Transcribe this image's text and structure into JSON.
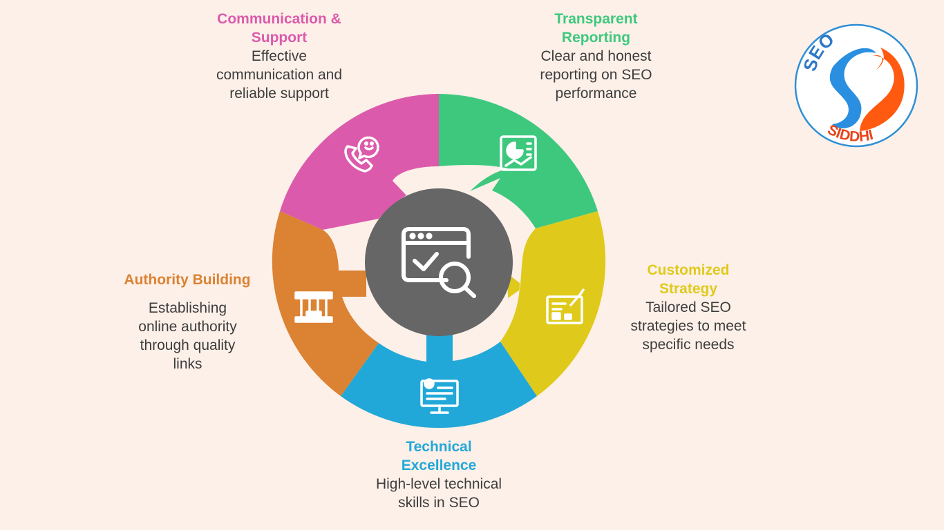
{
  "center": {
    "icon": "browser-search-check-icon",
    "color": "#666666"
  },
  "logo": {
    "top_text": "SEO",
    "bottom_text": "SIDDHI",
    "ring_color": "#2e8fd6",
    "blue": "#2a8fe0",
    "orange": "#ff5a10",
    "text_color": "#2e78c8",
    "bottom_color": "#e8451a"
  },
  "segments": [
    {
      "id": "communication",
      "title": "Communication & Support",
      "desc": "Effective communication and reliable support",
      "color": "#dc5aac",
      "icon": "phone-chat-icon"
    },
    {
      "id": "reporting",
      "title": "Transparent Reporting",
      "desc": "Clear and honest reporting on SEO performance",
      "color": "#3ec87e",
      "icon": "report-chart-icon"
    },
    {
      "id": "strategy",
      "title": "Customized Strategy",
      "desc": "Tailored SEO strategies to meet specific needs",
      "color": "#dfca1c",
      "icon": "strategy-document-icon"
    },
    {
      "id": "technical",
      "title": "Technical Excellence",
      "desc": "High-level technical skills in SEO",
      "color": "#22a8d8",
      "icon": "computer-settings-icon"
    },
    {
      "id": "authority",
      "title": "Authority Building",
      "desc": "Establishing online authority through quality links",
      "color": "#db8233",
      "icon": "bank-building-icon"
    }
  ]
}
